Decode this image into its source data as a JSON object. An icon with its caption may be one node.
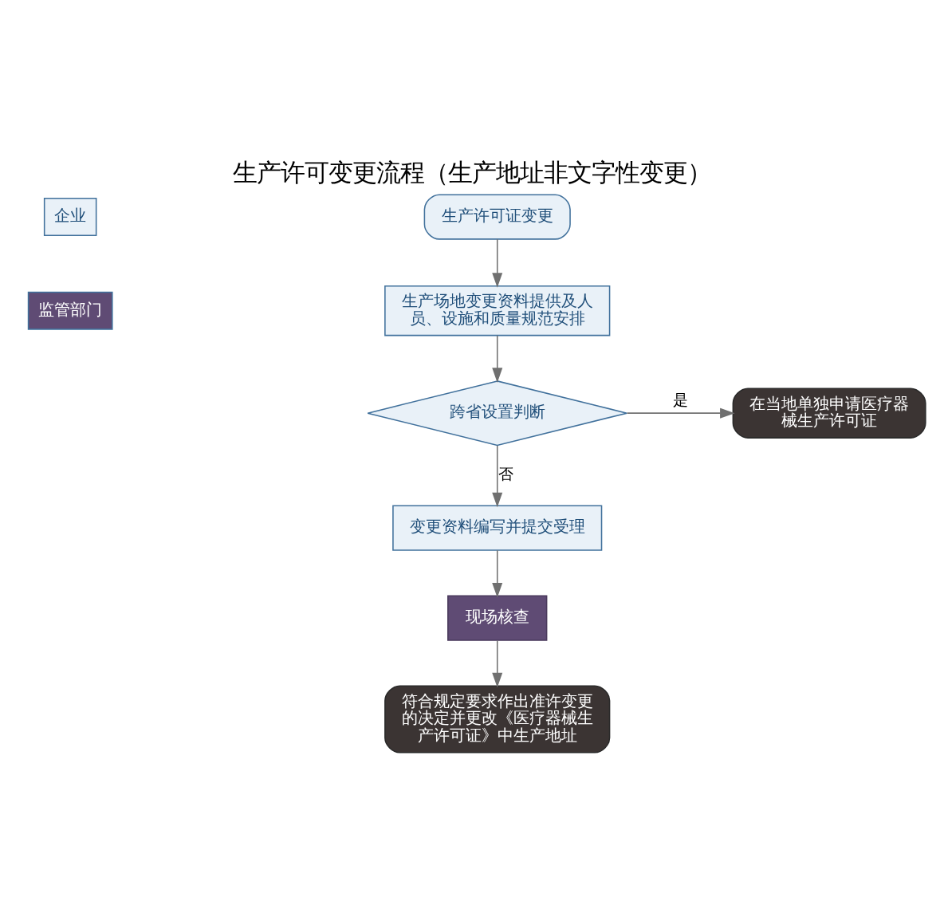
{
  "diagram": {
    "title": "生产许可变更流程（生产地址非文字性变更）",
    "nodes": [
      {
        "text": [
          "生产许可证变更"
        ]
      },
      {
        "text": [
          "生产场地变更资料提供及人员、设施和质量规范安排"
        ]
      },
      {
        "text": [
          "跨省设置判断"
        ]
      },
      {
        "text": [
          "在当地单独申请医疗器械生产许可证"
        ]
      },
      {
        "text": [
          "变更资料编写并提交受理"
        ]
      },
      {
        "text": [
          "现场核查"
        ]
      },
      {
        "text": [
          "符合规定要求作出准许变更的决定并更改《医疗器械生产许可证》中生产地址"
        ]
      }
    ],
    "edges": [
      {
        "from": 0,
        "to": 1,
        "arrow": "to"
      },
      {
        "from": 1,
        "to": 2,
        "arrow": "to"
      },
      {
        "from": 2,
        "to": 3,
        "arrow": "to",
        "label": "是"
      },
      {
        "from": 2,
        "to": 4,
        "arrow": "to",
        "label": "否"
      },
      {
        "from": 4,
        "to": 5,
        "arrow": "to"
      },
      {
        "from": 5,
        "to": 6,
        "arrow": "to"
      }
    ],
    "legend": [
      {
        "text": "企业",
        "color": "#e9f1f8"
      },
      {
        "text": "监管部门",
        "color": "#5f4b74"
      }
    ]
  }
}
